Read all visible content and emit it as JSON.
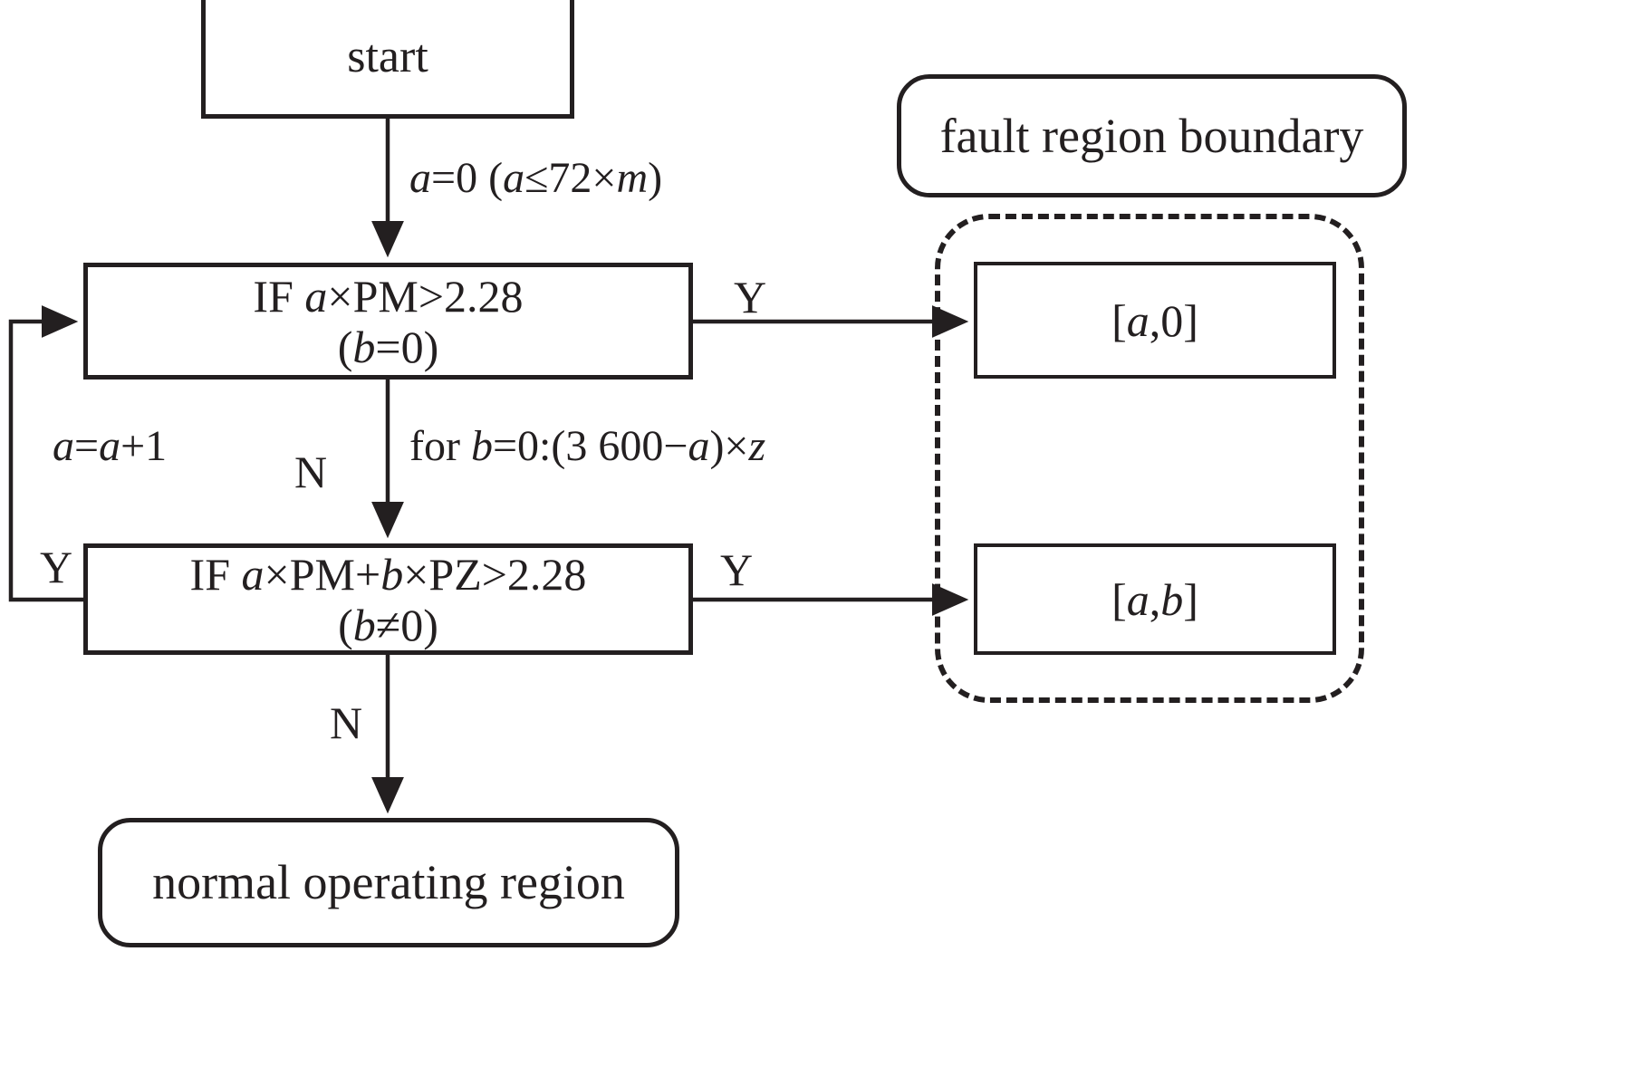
{
  "diagram": {
    "type": "flowchart",
    "title_absent": true,
    "background": "#ffffff",
    "stroke_color": "#231f20"
  },
  "nodes": {
    "start": {
      "label": "start",
      "shape": "rectangle"
    },
    "decision1": {
      "line1": "IF a×PM>2.28",
      "line2": "(b=0)",
      "shape": "rectangle"
    },
    "decision2": {
      "line1": "IF a×PM+b×PZ>2.28",
      "line2": "(b≠0)",
      "shape": "rectangle"
    },
    "result_a0": {
      "label": "[a,0]",
      "shape": "rectangle"
    },
    "result_ab": {
      "label": "[a,b]",
      "shape": "rectangle"
    },
    "normal_region": {
      "label": "normal operating region",
      "shape": "rounded-rectangle"
    },
    "fault_boundary": {
      "label": "fault region boundary",
      "shape": "rounded-rectangle"
    },
    "fault_group": {
      "label": "",
      "shape": "dashed-rounded-rectangle"
    }
  },
  "edges": {
    "start_to_decision1": {
      "label": "a=0 (a≤72×m)"
    },
    "decision1_yes": {
      "label": "Y"
    },
    "decision1_no": {
      "label": "N"
    },
    "decision1_no_note": {
      "label": "for b=0:(3 600−a)×z"
    },
    "feedback": {
      "label": "a=a+1"
    },
    "decision2_yes_left": {
      "label": "Y"
    },
    "decision2_yes_right": {
      "label": "Y"
    },
    "decision2_no": {
      "label": "N"
    }
  }
}
